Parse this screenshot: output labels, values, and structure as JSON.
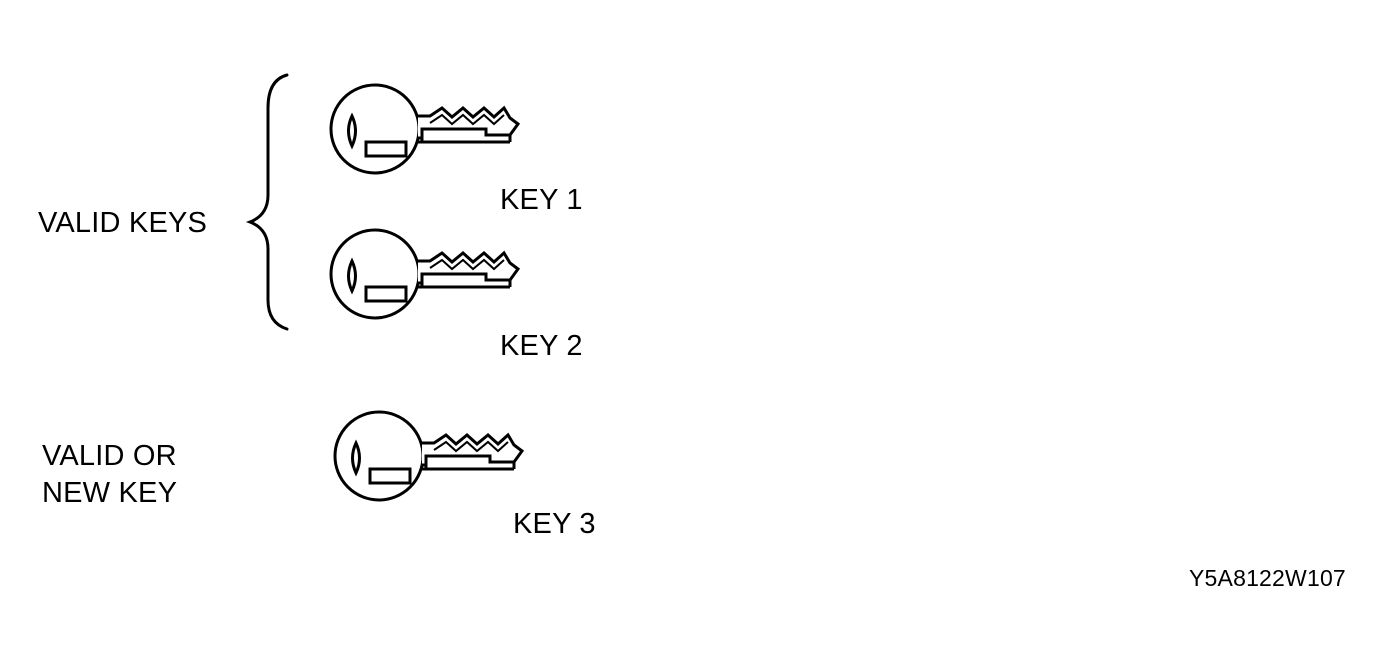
{
  "group_valid": {
    "label": "VALID KEYS"
  },
  "group_valid_or_new": {
    "label_line1": "VALID OR",
    "label_line2": "NEW KEY"
  },
  "keys": [
    {
      "label": "KEY 1"
    },
    {
      "label": "KEY 2"
    },
    {
      "label": "KEY 3"
    }
  ],
  "figure_code": "Y5A8122W107",
  "colors": {
    "ink": "#000000",
    "background": "#ffffff"
  }
}
